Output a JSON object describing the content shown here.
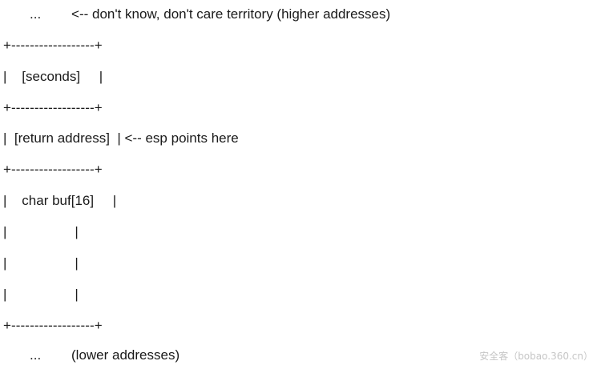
{
  "document": {
    "type": "ascii-art-stack-diagram",
    "background_color": "#ffffff",
    "text_color": "#1a1a1a",
    "lines": [
      "       ...        <-- don't know, don't care territory (higher addresses)",
      "+------------------+",
      "|    [seconds]     |",
      "+------------------+",
      "|  [return address]  | <-- esp points here",
      "+------------------+",
      "|    char buf[16]     |",
      "|                  |",
      "|                  |",
      "|                  |",
      "+------------------+",
      "       ...        (lower addresses)"
    ],
    "labels": {
      "top_ellipsis": "...",
      "top_comment": "<-- don't know, don't care territory (higher addresses)",
      "seconds_cell": "[seconds]",
      "return_address_cell": "[return address]",
      "esp_comment": "<-- esp points here",
      "buffer_cell": "char buf[16]",
      "bottom_ellipsis": "...",
      "bottom_comment": "(lower addresses)",
      "divider": "+------------------+",
      "empty_row": "|                  |"
    }
  },
  "watermark": {
    "text": "安全客（bobao.360.cn）",
    "color": "#c6c6c6"
  }
}
